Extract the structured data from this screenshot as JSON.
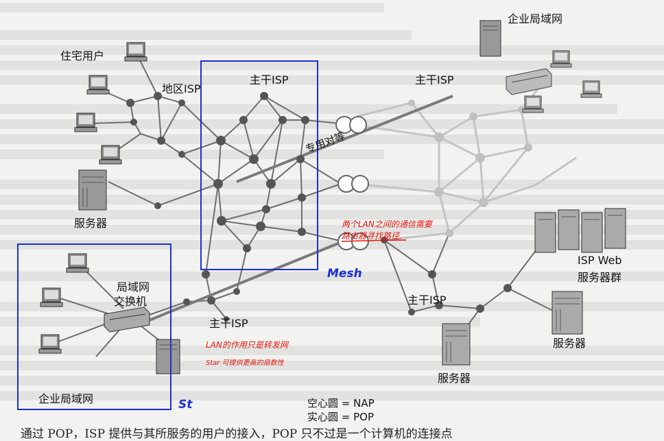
{
  "labels": {
    "residential_users": "住宅用户",
    "regional_isp": "地区ISP",
    "tier1_isp_top": "主干ISP",
    "tier1_isp_right": "主干ISP",
    "tier1_isp_bottom": "主干ISP",
    "tier1_isp_lower_right": "主干ISP",
    "private_peering": "专用对等",
    "server_left": "服务器",
    "server_right": "服务器",
    "server_bottom": "服务器",
    "enterprise_lan_top": "企业局域网",
    "enterprise_lan_bottom": "企业局域网",
    "lan_switch_line1": "局域网",
    "lan_switch_line2": "交换机",
    "isp_web_line1": "ISP Web",
    "isp_web_line2": "服务器群"
  },
  "legend": {
    "hollow_circle": "空心圆 = NAP",
    "solid_circle": "实心圆 = POP"
  },
  "handwriting": {
    "mesh_label": "Mesh",
    "star_label": "St",
    "red_note_line1": "两个LAN之间的通信需要",
    "red_note_line2": "路由器寻找路径.",
    "lan_note_line1": "LAN的作用只是转发网",
    "lan_note_line2": "Star 可提供更高的扇数性"
  },
  "bottom_caption": "通过 POP，ISP 提供与其所服务的用户的接入，POP 只不过是一个计算机的连接点",
  "colors": {
    "annotation_blue": "#1a2fd6",
    "annotation_red": "#e0160c",
    "node_dark": "#555555",
    "link_light": "#bdbdbd"
  }
}
